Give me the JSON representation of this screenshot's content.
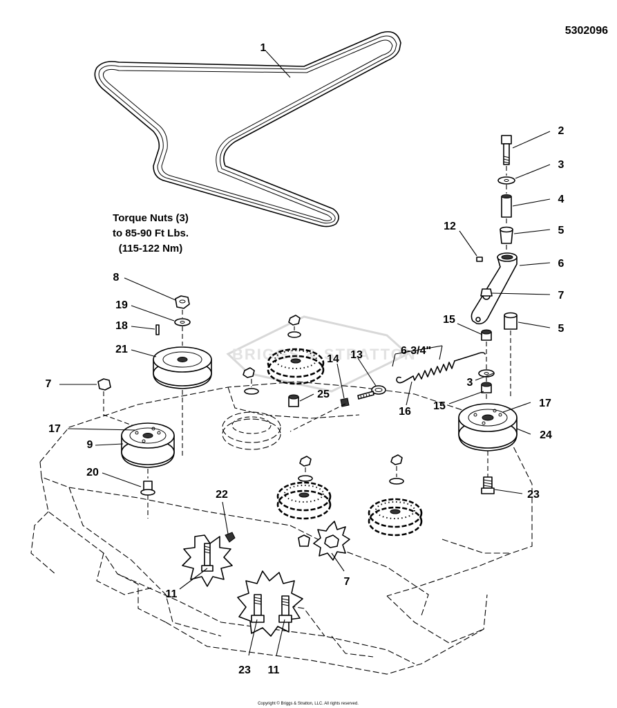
{
  "document_number": "5302096",
  "torque_note": {
    "line1": "Torque Nuts (3)",
    "line2": "to 85-90 Ft Lbs.",
    "line3": "(115-122 Nm)"
  },
  "dimension_label": "6-3/4\"",
  "watermark": "BRIGGS & STRATTON",
  "copyright": "Copyright © Briggs & Stratton, LLC. All rights reserved.",
  "callouts": [
    {
      "id": "callout-1",
      "text": "1"
    },
    {
      "id": "callout-2",
      "text": "2"
    },
    {
      "id": "callout-3-upper",
      "text": "3"
    },
    {
      "id": "callout-4",
      "text": "4"
    },
    {
      "id": "callout-5-upper",
      "text": "5"
    },
    {
      "id": "callout-12",
      "text": "12"
    },
    {
      "id": "callout-6",
      "text": "6"
    },
    {
      "id": "callout-7-arm",
      "text": "7"
    },
    {
      "id": "callout-5-lower",
      "text": "5"
    },
    {
      "id": "callout-15-upper",
      "text": "15"
    },
    {
      "id": "callout-8",
      "text": "8"
    },
    {
      "id": "callout-19",
      "text": "19"
    },
    {
      "id": "callout-18",
      "text": "18"
    },
    {
      "id": "callout-21",
      "text": "21"
    },
    {
      "id": "callout-14",
      "text": "14"
    },
    {
      "id": "callout-13",
      "text": "13"
    },
    {
      "id": "callout-7-left",
      "text": "7"
    },
    {
      "id": "callout-25",
      "text": "25"
    },
    {
      "id": "callout-3-lower",
      "text": "3"
    },
    {
      "id": "callout-16",
      "text": "16"
    },
    {
      "id": "callout-15-lower",
      "text": "15"
    },
    {
      "id": "callout-17-right",
      "text": "17"
    },
    {
      "id": "callout-17-left",
      "text": "17"
    },
    {
      "id": "callout-9",
      "text": "9"
    },
    {
      "id": "callout-24",
      "text": "24"
    },
    {
      "id": "callout-20",
      "text": "20"
    },
    {
      "id": "callout-22",
      "text": "22"
    },
    {
      "id": "callout-23-right",
      "text": "23"
    },
    {
      "id": "callout-7-bottom",
      "text": "7"
    },
    {
      "id": "callout-11-left",
      "text": "11"
    },
    {
      "id": "callout-23-bottom",
      "text": "23"
    },
    {
      "id": "callout-11-bottom",
      "text": "11"
    }
  ]
}
